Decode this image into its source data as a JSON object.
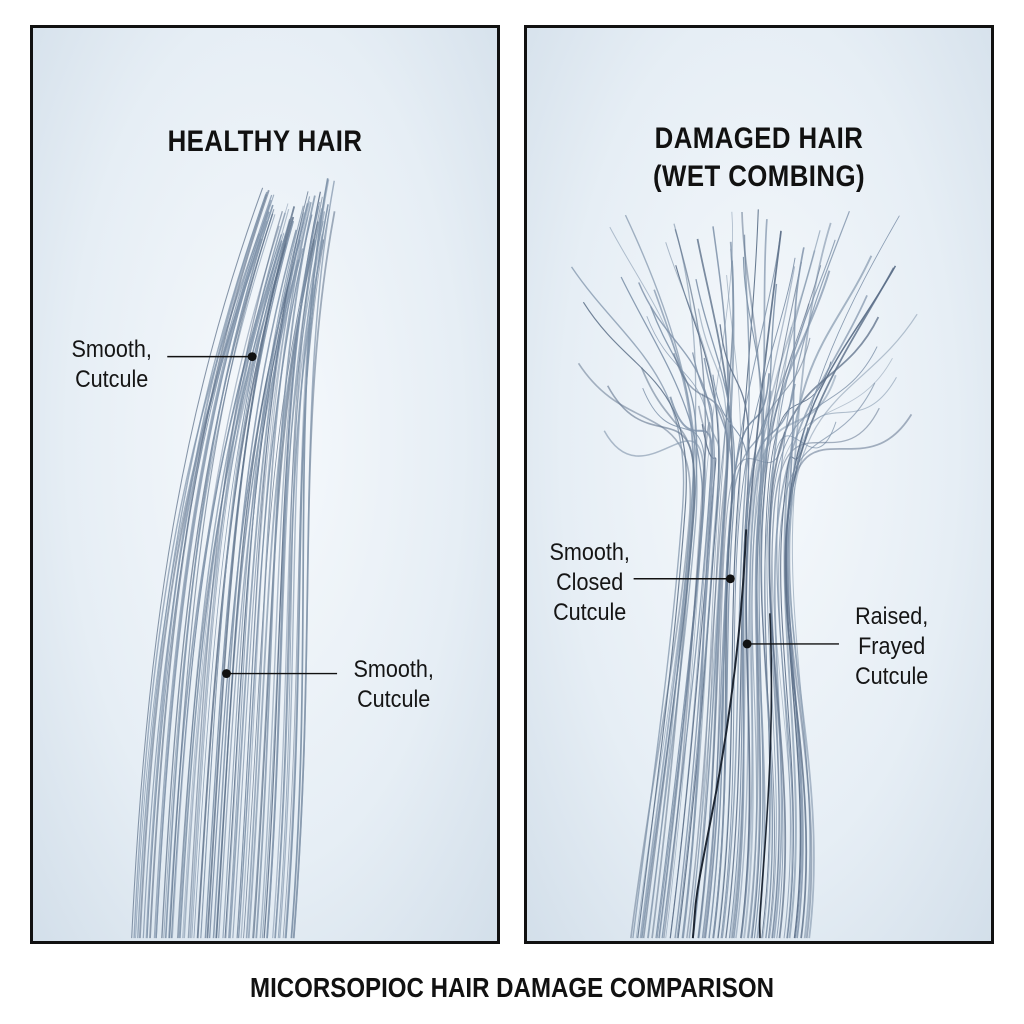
{
  "panels": {
    "healthy": {
      "title": "HEALTHY HAIR",
      "callouts": {
        "upper": {
          "line1": "Smooth,",
          "line2": "Cutcule"
        },
        "lower": {
          "line1": "Smooth,",
          "line2": "Cutcule"
        }
      }
    },
    "damaged": {
      "title_line1": "DAMAGED HAIR",
      "title_line2": "(WET COMBING)",
      "callouts": {
        "left": {
          "line1": "Smooth,",
          "line2": "Closed",
          "line3": "Cutcule"
        },
        "right": {
          "line1": "Raised,",
          "line2": "Frayed",
          "line3": "Cutcule"
        }
      }
    }
  },
  "caption": "MICORSOPIOC HAIR DAMAGE COMPARISON",
  "colors": {
    "hair_strand": "#7f93aa",
    "hair_dark": "#5d7089",
    "background": "#e6eef5",
    "border": "#111111"
  }
}
